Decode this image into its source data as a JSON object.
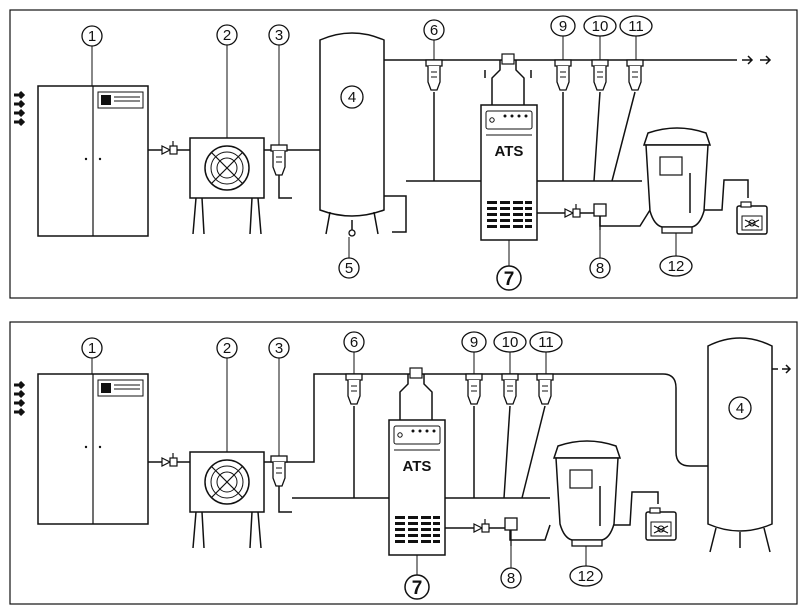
{
  "diagrams": [
    {
      "labels": {
        "c1": "1",
        "c2": "2",
        "c3": "3",
        "c4": "4",
        "c5": "5",
        "c6": "6",
        "c7": "7",
        "c8": "8",
        "c9": "9",
        "c10": "10",
        "c11": "11",
        "c12": "12"
      },
      "unit_text": "ATS"
    },
    {
      "labels": {
        "c1": "1",
        "c2": "2",
        "c3": "3",
        "c4": "4",
        "c6": "6",
        "c7": "7",
        "c8": "8",
        "c9": "9",
        "c10": "10",
        "c11": "11",
        "c12": "12"
      },
      "unit_text": "ATS"
    }
  ]
}
